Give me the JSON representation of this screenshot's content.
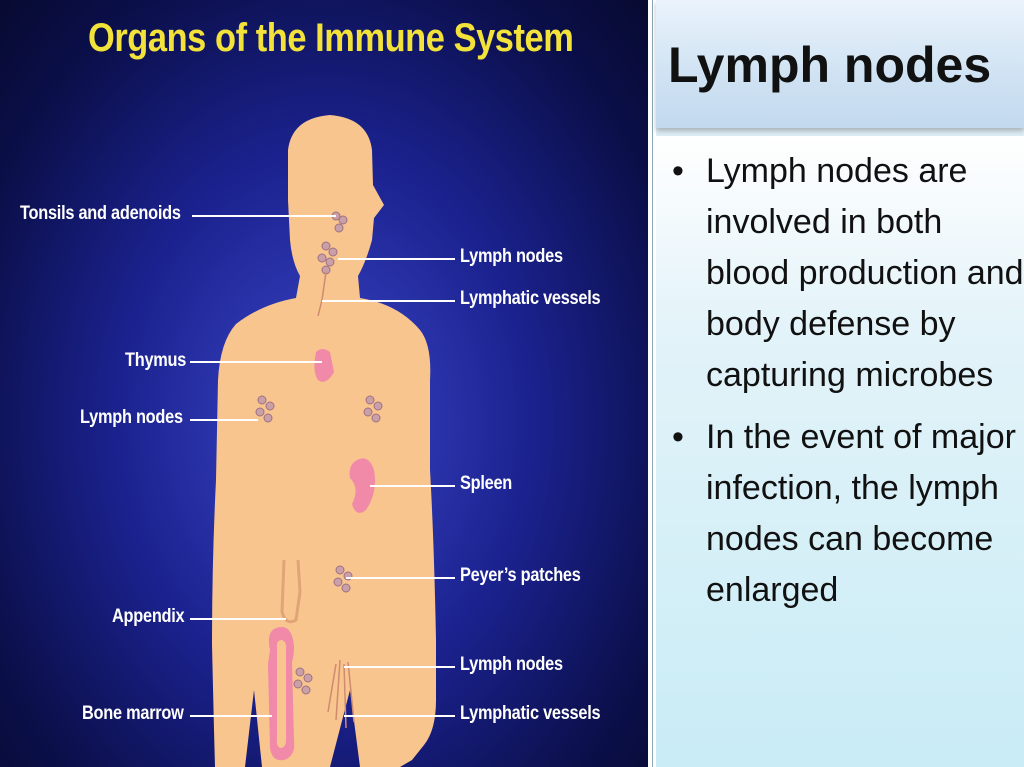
{
  "figure": {
    "title": "Organs of the Immune System",
    "labels": {
      "tonsils": "Tonsils and adenoids",
      "lymph_nodes_neck": "Lymph nodes",
      "lymphatic_vessels_upper": "Lymphatic vessels",
      "thymus": "Thymus",
      "lymph_nodes_arm": "Lymph nodes",
      "spleen": "Spleen",
      "peyers_patches": "Peyer’s patches",
      "appendix": "Appendix",
      "lymph_nodes_groin": "Lymph nodes",
      "bone_marrow": "Bone marrow",
      "lymphatic_vessels_lower": "Lymphatic vessels"
    },
    "colors": {
      "background": "#1b228f",
      "title": "#f2e23a",
      "body": "#f9c58f",
      "organ": "#f08aa8",
      "label": "#ffffff"
    }
  },
  "slide": {
    "title": "Lymph nodes",
    "bullet_glyph": "•",
    "bullets": [
      "Lymph nodes are involved in both blood production and body defense by capturing microbes",
      "In the event of major infection, the lymph nodes can become enlarged"
    ]
  }
}
